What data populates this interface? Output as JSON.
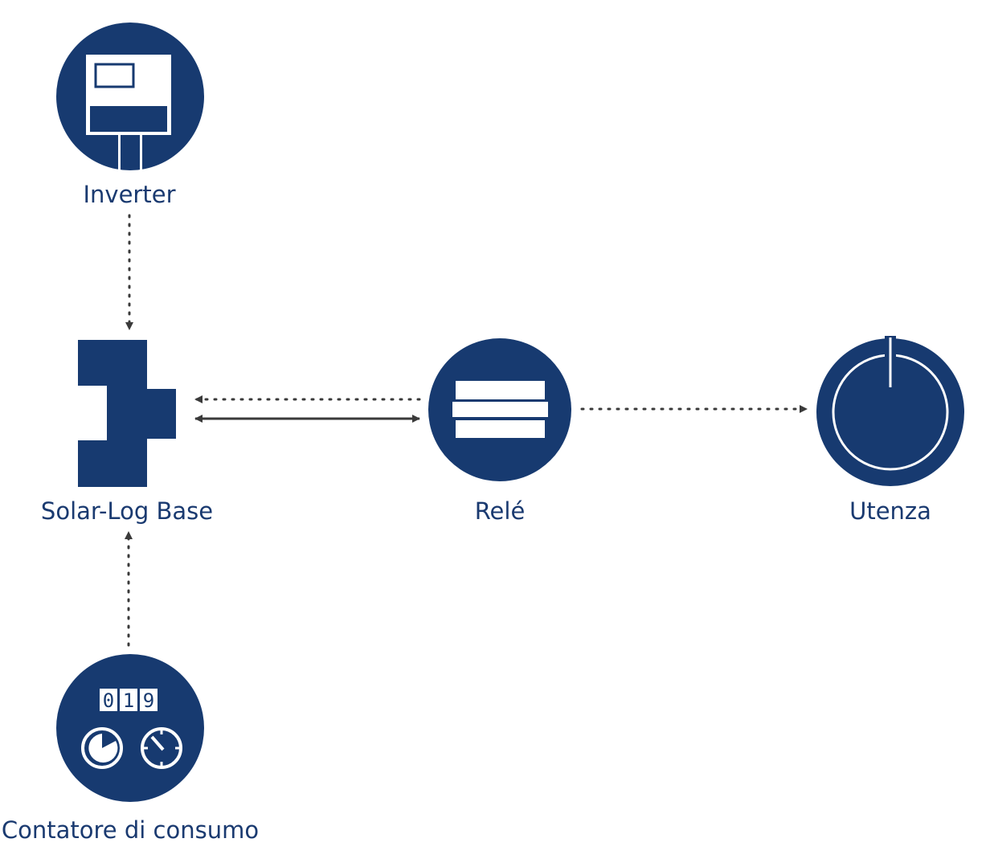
{
  "colors": {
    "primary": "#173a70",
    "connector": "#3a3a3a",
    "background": "#ffffff"
  },
  "nodes": {
    "inverter": {
      "label": "Inverter",
      "icon": "inverter-icon"
    },
    "solar_log_base": {
      "label": "Solar-Log Base",
      "icon": "solar-log-base-icon"
    },
    "rele": {
      "label": "Relé",
      "icon": "relay-icon"
    },
    "utenza": {
      "label": "Utenza",
      "icon": "power-consumer-icon"
    },
    "contatore": {
      "label": "Contatore di consumo",
      "icon": "consumption-meter-icon",
      "digits": [
        "0",
        "1",
        "9"
      ]
    }
  },
  "connections": [
    {
      "from": "inverter",
      "to": "solar_log_base",
      "style": "dotted",
      "direction": "forward"
    },
    {
      "from": "rele",
      "to": "solar_log_base",
      "style": "dotted",
      "direction": "forward"
    },
    {
      "from": "solar_log_base",
      "to": "rele",
      "style": "solid",
      "direction": "both"
    },
    {
      "from": "rele",
      "to": "utenza",
      "style": "dotted",
      "direction": "forward"
    },
    {
      "from": "contatore",
      "to": "solar_log_base",
      "style": "dotted",
      "direction": "forward"
    }
  ]
}
